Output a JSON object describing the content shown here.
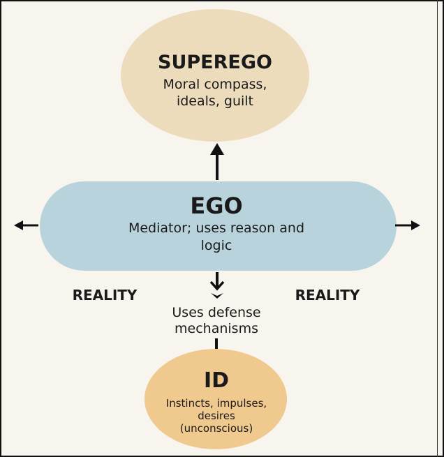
{
  "superego": {
    "title": "SUPEREGO",
    "line1": "Moral compass,",
    "line2": "ideals, guilt",
    "color": "#ecdcbc"
  },
  "ego": {
    "title": "EGO",
    "line1": "Mediator; uses reason and",
    "line2": "logic",
    "color": "#b8d3dc"
  },
  "reality_left": "REALITY",
  "reality_right": "REALITY",
  "defense": {
    "line1": "Uses defense",
    "line2": "mechanisms"
  },
  "id": {
    "title": "ID",
    "line1": "Instincts, impulses,",
    "line2": "desires",
    "line3": "(unconscious)",
    "color": "#f0c98f"
  }
}
